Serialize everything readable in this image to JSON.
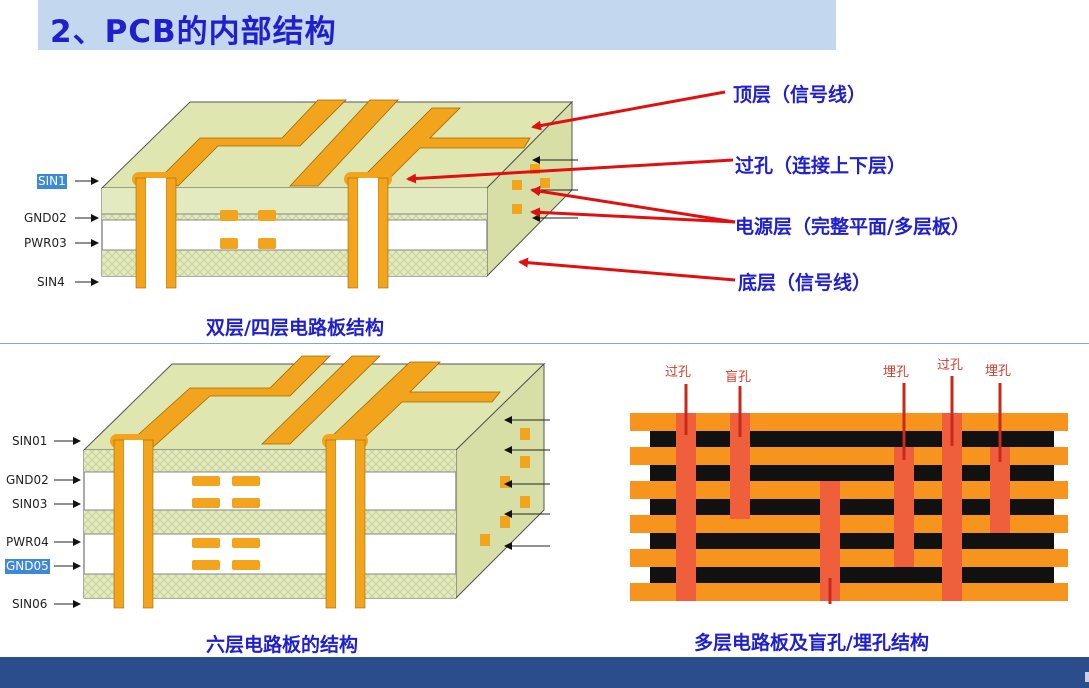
{
  "header": {
    "title": "2、PCB的内部结构"
  },
  "diagram_top": {
    "layer_labels": [
      "SIN1",
      "GND02",
      "PWR03",
      "SIN4"
    ],
    "callouts": [
      "顶层（信号线）",
      "过孔（连接上下层）",
      "电源层（完整平面/多层板）",
      "底层（信号线）"
    ],
    "caption": "双层/四层电路板结构"
  },
  "diagram_six": {
    "layer_labels": [
      "SIN01",
      "GND02",
      "SIN03",
      "PWR04",
      "GND05",
      "SIN06"
    ],
    "caption": "六层电路板的结构"
  },
  "diagram_vias": {
    "via_labels": [
      "过孔",
      "盲孔",
      "埋孔",
      "过孔",
      "埋孔"
    ],
    "caption": "多层电路板及盲孔/埋孔结构"
  },
  "colors": {
    "copper": "#f2a41c",
    "board": "#dfe6b0",
    "via_fill": "#f05f3c",
    "via_outline": "#c8281e",
    "arrow": "#e01010",
    "text_blue": "#1f1fcc",
    "footer": "#2b4d8c"
  }
}
